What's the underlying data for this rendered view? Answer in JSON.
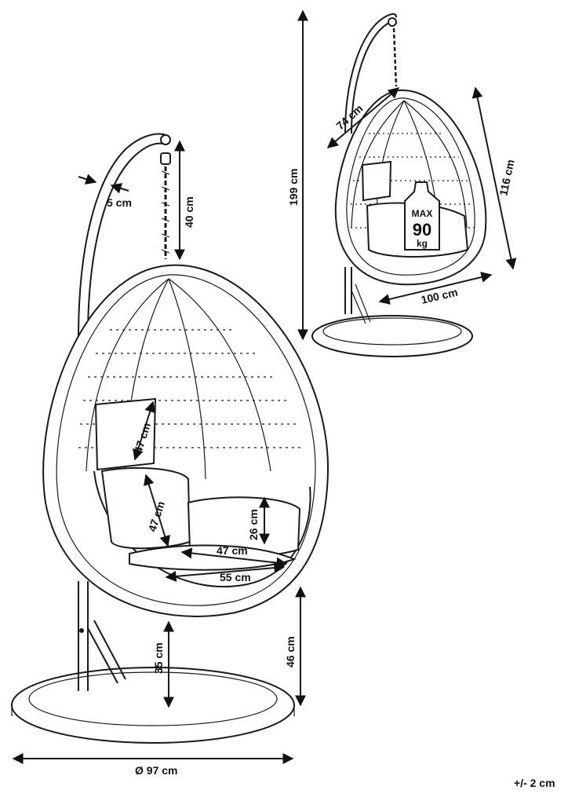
{
  "large_view": {
    "frame_offset": "5 cm",
    "chain_length": "40 cm",
    "backrest_height": "47 cm",
    "seat_cushion_height": "47 cm",
    "cushion_thickness": "26 cm",
    "seat_depth": "47 cm",
    "seat_width": "55 cm",
    "seat_height": "35 cm",
    "basket_bottom_height": "46 cm",
    "base_diameter": "Ø 97 cm"
  },
  "small_view": {
    "total_height": "199 cm",
    "basket_depth": "74 cm",
    "basket_height": "116 cm",
    "basket_width": "100 cm",
    "load_label_top": "MAX",
    "load_value": "90",
    "load_unit": "kg"
  },
  "tolerance": "+/- 2 cm"
}
